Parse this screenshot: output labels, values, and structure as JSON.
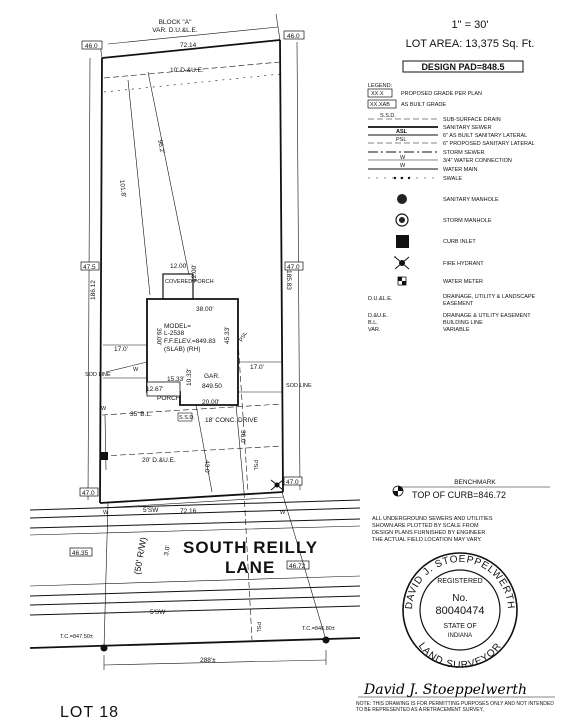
{
  "header": {
    "scale": "1\" = 30'",
    "lot_area": "LOT AREA: 13,375 Sq. Ft.",
    "design_pad": "DESIGN PAD=848.5"
  },
  "legend": {
    "title": "LEGEND:",
    "items": [
      {
        "symbol": "XX.X",
        "label": "PROPOSED GRADE PER PLAN"
      },
      {
        "symbol": "XX.XAB",
        "label": "AS BUILT GRADE"
      },
      {
        "symbol": "S.S.D.",
        "label": "SUB-SURFACE DRAIN"
      },
      {
        "symbol": "",
        "label": "SANITARY SEWER"
      },
      {
        "symbol": "ASL",
        "label": "6\" AS BUILT SANITARY LATERAL"
      },
      {
        "symbol": "PSL",
        "label": "6\" PROPOSED SANITARY LATERAL"
      },
      {
        "symbol": "",
        "label": "STORM SEWER"
      },
      {
        "symbol": "W",
        "label": "3/4\" WATER CONNECTION"
      },
      {
        "symbol": "W",
        "label": "WATER MAIN"
      },
      {
        "symbol": "",
        "label": "SWALE"
      }
    ],
    "symbols": [
      {
        "icon": "sanitary-manhole-icon",
        "label": "SANITARY MANHOLE"
      },
      {
        "icon": "storm-manhole-icon",
        "label": "STORM MANHOLE"
      },
      {
        "icon": "curb-inlet-icon",
        "label": "CURB INLET"
      },
      {
        "icon": "fire-hydrant-icon",
        "label": "FIRE HYDRANT"
      },
      {
        "icon": "water-meter-icon",
        "label": "WATER METER"
      }
    ],
    "abbreviations": [
      {
        "abbr": "D.U.&L.E.",
        "text": "DRAINAGE, UTILITY & LANDSCAPE EASEMENT"
      },
      {
        "abbr": "D.&U.E.",
        "text": "DRAINAGE & UTILITY EASEMENT"
      },
      {
        "abbr": "B.L.",
        "text": "BUILDING LINE"
      },
      {
        "abbr": "VAR.",
        "text": "VARIABLE"
      }
    ]
  },
  "benchmark": {
    "title": "BENCHMARK",
    "value": "TOP OF CURB=846.72"
  },
  "disclaimer": [
    "ALL UNDERGROUND SEWERS AND UTILITIES",
    "SHOWN ARE PLOTTED BY SCALE FROM",
    "DESIGN PLANS FURNISHED BY ENGINEER",
    "THE ACTUAL FIELD LOCATION MAY VARY."
  ],
  "seal": {
    "name": "DAVID J. STOEPPELWERTH",
    "registered": "REGISTERED",
    "no_label": "No.",
    "number": "80040474",
    "state_of": "STATE OF",
    "state": "INDIANA",
    "title": "LAND SURVEYOR"
  },
  "signature": "David J. Stoeppelwerth",
  "lot_label": "LOT 18",
  "note": "NOTE: THIS DRAWING IS FOR PERMITTING PURPOSES ONLY AND NOT INTENDED TO BE REPRESENTED AS A RETRACEMENT SURVEY,",
  "plan": {
    "block": "BLOCK \"A\"",
    "block_var": "VAR. D.U.&L.E.",
    "top_width": "72.14",
    "top_left_grade": "46.0",
    "top_right_grade": "46.0",
    "easement_top": "10' D.&U.E.",
    "side_left": "186.12",
    "side_right": "185.83",
    "diag_left": "101.8'",
    "diag_right": "96.2'",
    "left_mid_grade": "47.5",
    "right_mid_grade": "47.0",
    "porch_width": "12.00'",
    "porch_depth": "12.00'",
    "covered_porch": "COVERED PORCH",
    "house_width": "38.00'",
    "house_left": "39.00'",
    "house_right": "45.33'",
    "model": "MODEL=",
    "model_name": "L-2538",
    "ff_elev": "F.F.ELEV.=849.83",
    "slab": "(SLAB) (RH)",
    "setback_left": "17.0'",
    "setback_right": "17.0'",
    "sod_left": "SOD LINE",
    "sod_right": "SOD LINE",
    "front_porch_w": "12.67'",
    "front_porch_d": "15.33'",
    "gar_depth": "10.33'",
    "porch": "PORCH",
    "gar": "GAR.",
    "gar_elev": "849.50",
    "gar_width": "20.00'",
    "ssd": "S.S.D.",
    "psl_upper": "PSL",
    "psl_lower": "PSL",
    "drive": "18' CONC. DRIVE",
    "building_line": "35' B.L.",
    "easement_front": "20' D.&U.E.",
    "dist_drive": "36.0'",
    "dist_lateral": "43.0'",
    "left_low_grade": "47.0",
    "right_low_grade": "47.0",
    "front_width": "72.16",
    "sidewalk_top": "5'SW",
    "sidewalk_bottom": "5'SW",
    "row": "(50' R/W)",
    "curb_off": "3.0'",
    "street": "SOUTH REILLY",
    "street2": "LANE",
    "left_far_grade": "46.35",
    "right_far_grade": "46.72",
    "tc_left": "T.C.=847.50±",
    "tc_right": "T.C.=846.80±",
    "bottom_dist": "288'±",
    "w": "W"
  }
}
